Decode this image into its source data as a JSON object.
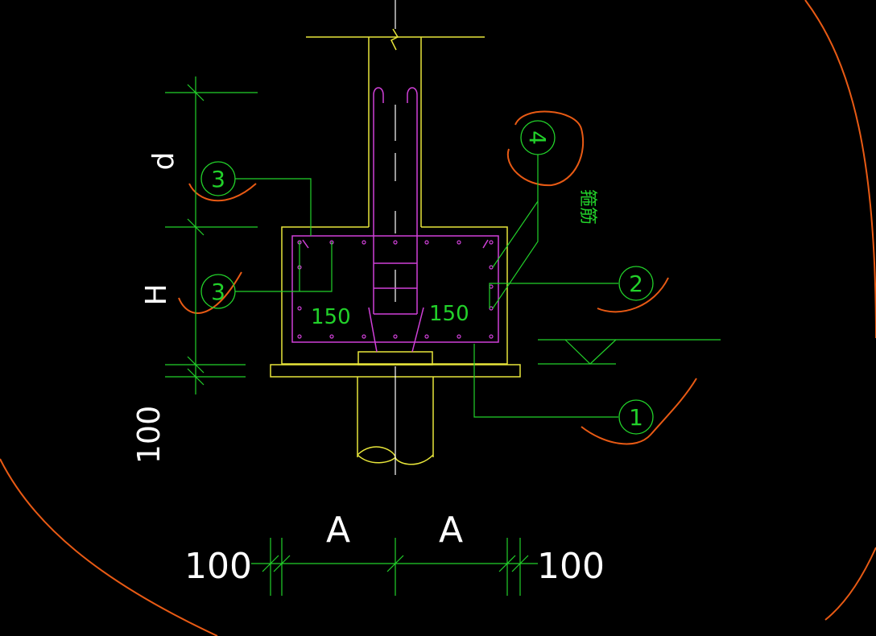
{
  "colors": {
    "background": "#000000",
    "structure": "#e8e63a",
    "rebar": "#d040d8",
    "leader": "#22d12a",
    "dimension": "#22d12a",
    "dimension_text": "#ffffff",
    "markup": "#e85a14"
  },
  "dimensions": {
    "vertical": {
      "d": "d",
      "H": "H",
      "bottom": "100"
    },
    "horizontal": {
      "left": "100",
      "A1": "A",
      "A2": "A",
      "right": "100"
    },
    "inner": {
      "left": "150",
      "right": "150"
    }
  },
  "callouts": {
    "c1": "1",
    "c2": "2",
    "c3a": "3",
    "c3b": "3",
    "c4": "4"
  },
  "annotation": "箍筋"
}
